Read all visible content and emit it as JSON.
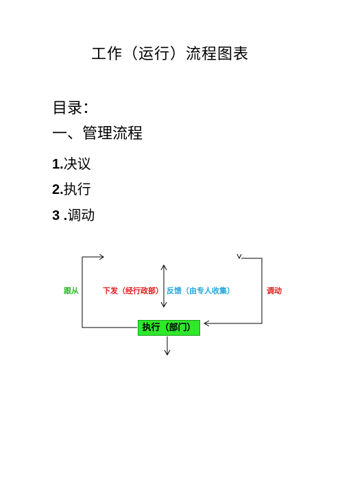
{
  "document": {
    "title": "工作（运行）流程图表",
    "toc_heading": "目录：",
    "section_heading": "一、管理流程",
    "items": [
      {
        "num": "1.",
        "text": "决议"
      },
      {
        "num": "2.",
        "text": "执行"
      },
      {
        "num": "3 .",
        "text": "调动"
      }
    ]
  },
  "flowchart": {
    "follow_label": "跟从",
    "issue_label": "下发（经行政部）",
    "feedback_label": "反馈（由专人收集）",
    "transfer_label": "调动",
    "execute_label": "执行（部门）",
    "colors": {
      "follow": "#2fb52c",
      "issue": "#e21b1b",
      "feedback": "#22a6dd",
      "transfer": "#e21b1b",
      "execute_box": "#2ee82a"
    }
  }
}
